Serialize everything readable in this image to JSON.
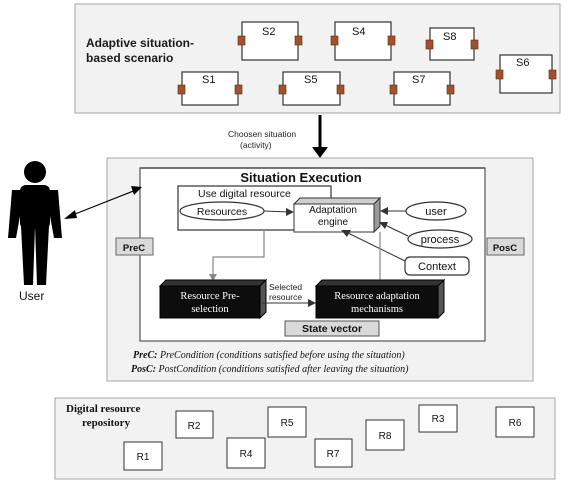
{
  "scenario": {
    "title_line1": "Adaptive situation-",
    "title_line2": "based scenario",
    "situations": [
      "S2",
      "S4",
      "S8",
      "S1",
      "S5",
      "S7",
      "S6"
    ]
  },
  "chosen": {
    "line1": "Choosen situation",
    "line2": "(activity)"
  },
  "user": {
    "label": "User"
  },
  "execution": {
    "title": "Situation Execution",
    "use_digital_resource": "Use digital resource",
    "resources": "Resources",
    "engine_line1": "Adaptation",
    "engine_line2": "engine",
    "inputs": [
      "user",
      "process",
      "Context"
    ],
    "prec": "PreC",
    "posc": "PosC",
    "preselection_line1": "Resource Pre-",
    "preselection_line2": "selection",
    "selected_line1": "Selected",
    "selected_line2": "resource",
    "mechanisms_line1": "Resource adaptation",
    "mechanisms_line2": "mechanisms",
    "state_vector": "State vector"
  },
  "legend": {
    "prec_key": "PreC:",
    "prec_text": " PreCondition (conditions satisfied before using the situation)",
    "posc_key": "PosC:",
    "posc_text": " PostCondition (conditions satisfied after leaving the situation)"
  },
  "repository": {
    "title_line1": "Digital resource",
    "title_line2": "repository",
    "resources": [
      "R2",
      "R5",
      "R3",
      "R6",
      "R1",
      "R4",
      "R7",
      "R8"
    ]
  },
  "colors": {
    "panel_fill": "#f2f2f2",
    "panel_stroke": "#a6a6a6",
    "port_fill": "#a0522d",
    "dark_box": "#0d0d0d"
  }
}
